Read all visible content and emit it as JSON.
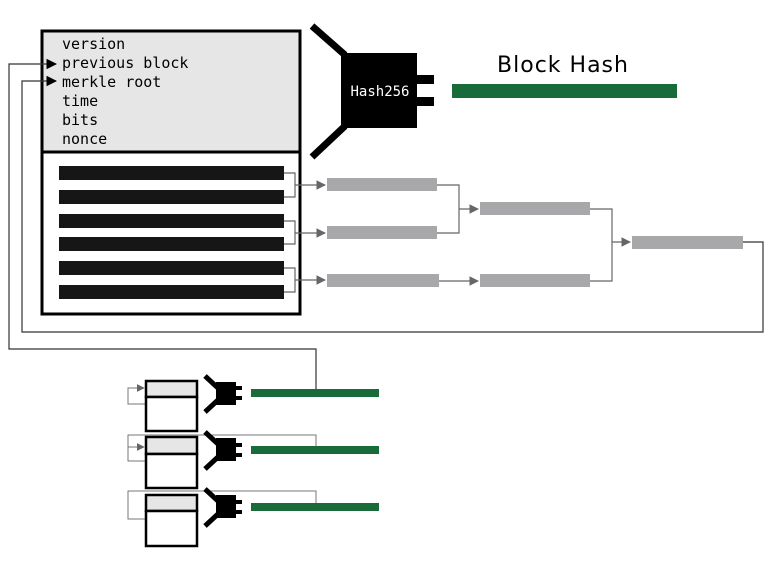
{
  "header_fields": [
    "version",
    "previous block",
    "merkle root",
    "time",
    "bits",
    "nonce"
  ],
  "hash_function_label": "Hash256",
  "block_hash_label": "Block Hash",
  "transaction_count": 6,
  "small_block_count": 3,
  "colors": {
    "ink": "#000000",
    "header_fill": "#e6e6e7",
    "tx_bar": "#161616",
    "tree_node": "#a8a8aa",
    "tree_line": "#666666",
    "hash_output": "#1a6b3a",
    "connector_line": "#333333"
  }
}
